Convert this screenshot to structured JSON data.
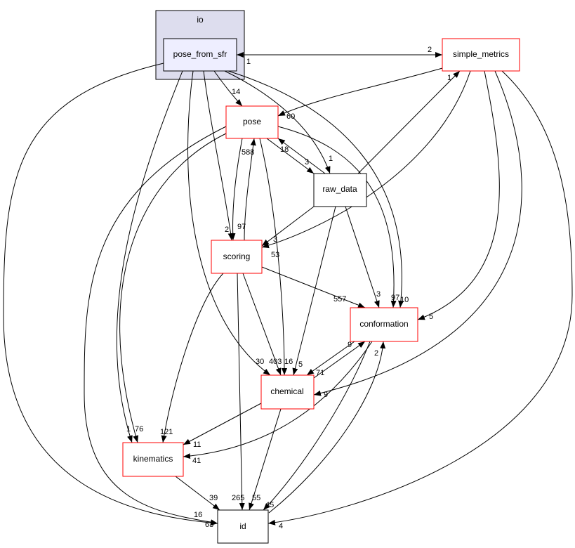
{
  "cluster": {
    "label": "io",
    "fill": "#ddddee"
  },
  "nodes": {
    "pose_from_sfr": "pose_from_sfr",
    "simple_metrics": "simple_metrics",
    "pose": "pose",
    "raw_data": "raw_data",
    "scoring": "scoring",
    "conformation": "conformation",
    "chemical": "chemical",
    "kinematics": "kinematics",
    "id": "id"
  },
  "colors": {
    "red_border": "#ff0000",
    "black_border": "#000000",
    "inner_node_fill": "#eeeeff"
  },
  "edges": [
    {
      "from": "pose_from_sfr",
      "to": "simple_metrics",
      "label": "2"
    },
    {
      "from": "simple_metrics",
      "to": "pose_from_sfr",
      "label": "1"
    },
    {
      "from": "pose_from_sfr",
      "to": "pose",
      "label": "14"
    },
    {
      "from": "pose_from_sfr",
      "to": "raw_data",
      "label": "1"
    },
    {
      "from": "pose_from_sfr",
      "to": "scoring",
      "label": "2"
    },
    {
      "from": "pose_from_sfr",
      "to": "conformation",
      "label": "10"
    },
    {
      "from": "pose_from_sfr",
      "to": "chemical",
      "label": "30"
    },
    {
      "from": "pose_from_sfr",
      "to": "kinematics",
      "label": "1"
    },
    {
      "from": "pose_from_sfr",
      "to": "id",
      "label": "16"
    },
    {
      "from": "simple_metrics",
      "to": "pose",
      "label": "60"
    },
    {
      "from": "simple_metrics",
      "to": "scoring",
      "label": "53"
    },
    {
      "from": "simple_metrics",
      "to": "conformation",
      "label": "5"
    },
    {
      "from": "simple_metrics",
      "to": "chemical",
      "label": "9"
    },
    {
      "from": "simple_metrics",
      "to": "id",
      "label": "4"
    },
    {
      "from": "pose",
      "to": "raw_data",
      "label": "3"
    },
    {
      "from": "raw_data",
      "to": "pose",
      "label": "18"
    },
    {
      "from": "pose",
      "to": "scoring",
      "label": "97"
    },
    {
      "from": "scoring",
      "to": "pose",
      "label": "588"
    },
    {
      "from": "pose",
      "to": "conformation",
      "label": "97"
    },
    {
      "from": "pose",
      "to": "chemical",
      "label": "403"
    },
    {
      "from": "pose",
      "to": "kinematics",
      "label": "76"
    },
    {
      "from": "pose",
      "to": "id",
      "label": "63"
    },
    {
      "from": "raw_data",
      "to": "simple_metrics",
      "label": "1"
    },
    {
      "from": "raw_data",
      "to": "scoring",
      "label": "3"
    },
    {
      "from": "raw_data",
      "to": "conformation",
      "label": "3"
    },
    {
      "from": "raw_data",
      "to": "chemical",
      "label": "5"
    },
    {
      "from": "scoring",
      "to": "conformation",
      "label": "557"
    },
    {
      "from": "scoring",
      "to": "chemical",
      "label": "16"
    },
    {
      "from": "scoring",
      "to": "kinematics",
      "label": "121"
    },
    {
      "from": "scoring",
      "to": "id",
      "label": "265"
    },
    {
      "from": "conformation",
      "to": "chemical",
      "label": "71"
    },
    {
      "from": "chemical",
      "to": "conformation",
      "label": "9"
    },
    {
      "from": "conformation",
      "to": "kinematics",
      "label": "41"
    },
    {
      "from": "conformation",
      "to": "id",
      "label": "45"
    },
    {
      "from": "id",
      "to": "conformation",
      "label": "2"
    },
    {
      "from": "chemical",
      "to": "kinematics",
      "label": "11"
    },
    {
      "from": "chemical",
      "to": "id",
      "label": "55"
    },
    {
      "from": "kinematics",
      "to": "id",
      "label": "39"
    }
  ]
}
